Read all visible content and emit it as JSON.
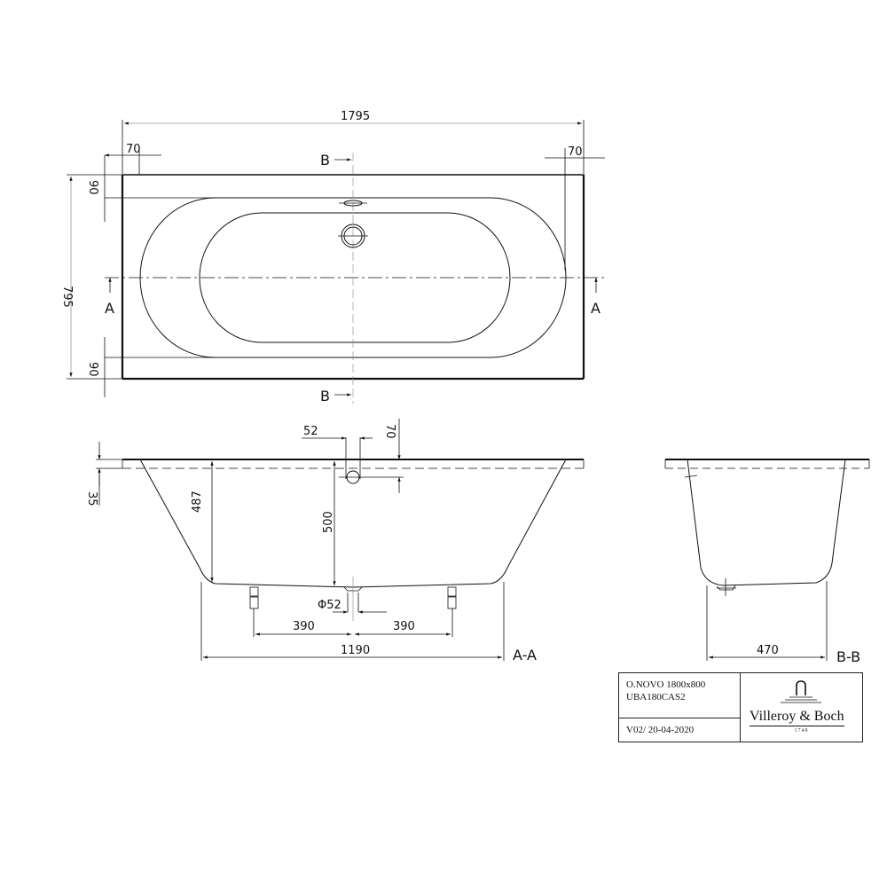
{
  "drawing": {
    "top_view": {
      "overall_length": "1795",
      "overall_width": "795",
      "left_rim": "70",
      "right_rim": "70",
      "top_rim": "90",
      "bottom_rim": "90",
      "section_a_label": "A",
      "section_b_label": "B"
    },
    "section_a_a": {
      "label": "A-A",
      "rim_thickness": "35",
      "overflow_width": "52",
      "overflow_height": "70",
      "depth_side": "487",
      "depth_center": "500",
      "drain_diameter": "Φ52",
      "foot_spacing_left": "390",
      "foot_spacing_right": "390",
      "bottom_length": "1190"
    },
    "section_b_b": {
      "label": "B-B",
      "bottom_width": "470"
    }
  },
  "title_block": {
    "product_line1": "O.NOVO 1800x800",
    "product_line2": "UBA180CAS2",
    "version_date": "V02/ 20-04-2020",
    "brand": "Villeroy & Boch",
    "brand_year": "1748"
  }
}
